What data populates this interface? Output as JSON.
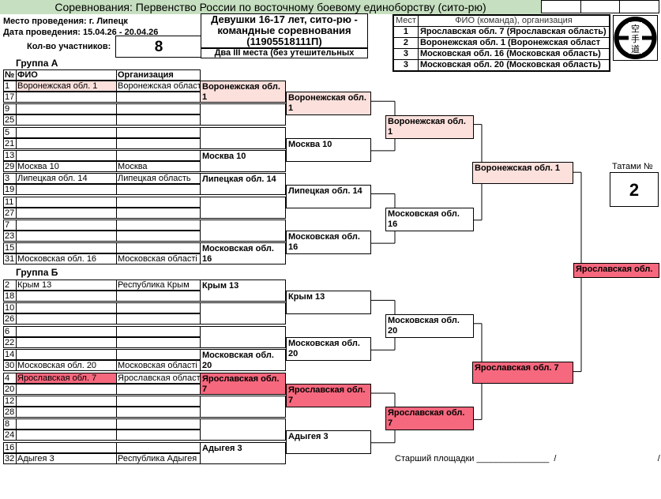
{
  "header": {
    "title": "Соревнования: Первенство России по восточному боевому единоборству (сито-рю)",
    "venue": "Место проведения: г. Липецк",
    "dates": "Дата проведения: 15.04.26 - 20.04.26",
    "count_label": "Кол-во участников:",
    "count": "8",
    "category": "Девушки 16-17 лет,  сито-рю - командные соревнования",
    "category_code": "(11905518111П)",
    "third_place_note": "Два III места (без утешительных"
  },
  "results": {
    "col_place": "Мест",
    "col_name": "ФИО (команда), организация",
    "rows": [
      {
        "place": "1",
        "name": "Ярославская обл.  7  (Ярославская область)"
      },
      {
        "place": "2",
        "name": "Воронежская обл.  1  (Воронежская област"
      },
      {
        "place": "3",
        "name": "Московская обл. 16  (Московская область)"
      },
      {
        "place": "3",
        "name": "Московская обл. 20  (Московская область)"
      }
    ]
  },
  "logo": {
    "text": "空手道"
  },
  "columns": {
    "num": "№",
    "name": "ФИО",
    "org": "Организация"
  },
  "groups": [
    {
      "label": "Группа А",
      "pairs": [
        [
          {
            "n": "1",
            "name": "Воронежская обл.  1",
            "org": "Воронежская област",
            "hl": "pale"
          },
          {
            "n": "17",
            "name": "",
            "org": ""
          }
        ],
        [
          {
            "n": "9",
            "name": "",
            "org": ""
          },
          {
            "n": "25",
            "name": "",
            "org": ""
          }
        ],
        [
          {
            "n": "5",
            "name": "",
            "org": ""
          },
          {
            "n": "21",
            "name": "",
            "org": ""
          }
        ],
        [
          {
            "n": "13",
            "name": "",
            "org": ""
          },
          {
            "n": "29",
            "name": "Москва 10",
            "org": "Москва"
          }
        ],
        [
          {
            "n": "3",
            "name": "Липецкая обл. 14",
            "org": "Липецкая область"
          },
          {
            "n": "19",
            "name": "",
            "org": ""
          }
        ],
        [
          {
            "n": "11",
            "name": "",
            "org": ""
          },
          {
            "n": "27",
            "name": "",
            "org": ""
          }
        ],
        [
          {
            "n": "7",
            "name": "",
            "org": ""
          },
          {
            "n": "23",
            "name": "",
            "org": ""
          }
        ],
        [
          {
            "n": "15",
            "name": "",
            "org": ""
          },
          {
            "n": "31",
            "name": "Московская обл. 16",
            "org": "Московская області"
          }
        ]
      ],
      "r1": [
        {
          "t": "Воронежская обл.  1",
          "hl": "pale"
        },
        {
          "t": ""
        },
        {
          "t": ""
        },
        {
          "t": "Москва 10"
        },
        {
          "t": "Липецкая обл. 14"
        },
        {
          "t": ""
        },
        {
          "t": ""
        },
        {
          "t": "Московская обл. 16"
        }
      ],
      "r2": [
        {
          "t": "Воронежская обл.  1",
          "hl": "pale"
        },
        {
          "t": "Москва 10"
        },
        {
          "t": "Липецкая обл. 14"
        },
        {
          "t": "Московская обл. 16"
        }
      ],
      "r3": [
        {
          "t": "Воронежская обл.  1",
          "hl": "pale"
        },
        {
          "t": "Московская обл. 16"
        }
      ],
      "r4": [
        {
          "t": "Воронежская обл.  1",
          "hl": "pale"
        }
      ]
    },
    {
      "label": "Группа Б",
      "pairs": [
        [
          {
            "n": "2",
            "name": "Крым 13",
            "org": "Республика Крым"
          },
          {
            "n": "18",
            "name": "",
            "org": ""
          }
        ],
        [
          {
            "n": "10",
            "name": "",
            "org": ""
          },
          {
            "n": "26",
            "name": "",
            "org": ""
          }
        ],
        [
          {
            "n": "6",
            "name": "",
            "org": ""
          },
          {
            "n": "22",
            "name": "",
            "org": ""
          }
        ],
        [
          {
            "n": "14",
            "name": "",
            "org": ""
          },
          {
            "n": "30",
            "name": "Московская обл. 20",
            "org": "Московская області"
          }
        ],
        [
          {
            "n": "4",
            "name": "Ярославская обл.  7",
            "org": "Ярославская област",
            "hl": "hot"
          },
          {
            "n": "20",
            "name": "",
            "org": ""
          }
        ],
        [
          {
            "n": "12",
            "name": "",
            "org": ""
          },
          {
            "n": "28",
            "name": "",
            "org": ""
          }
        ],
        [
          {
            "n": "8",
            "name": "",
            "org": ""
          },
          {
            "n": "24",
            "name": "",
            "org": ""
          }
        ],
        [
          {
            "n": "16",
            "name": "",
            "org": ""
          },
          {
            "n": "32",
            "name": "Адыгея  3",
            "org": "Республика Адыгея"
          }
        ]
      ],
      "r1": [
        {
          "t": "Крым 13"
        },
        {
          "t": ""
        },
        {
          "t": ""
        },
        {
          "t": "Московская обл. 20"
        },
        {
          "t": "Ярославская обл.  7",
          "hl": "hot"
        },
        {
          "t": ""
        },
        {
          "t": ""
        },
        {
          "t": "Адыгея  3"
        }
      ],
      "r2": [
        {
          "t": "Крым 13"
        },
        {
          "t": "Московская обл. 20"
        },
        {
          "t": "Ярославская обл.  7",
          "hl": "hot"
        },
        {
          "t": "Адыгея  3"
        }
      ],
      "r3": [
        {
          "t": "Московская обл. 20"
        },
        {
          "t": "Ярославская обл.  7",
          "hl": "hot"
        }
      ],
      "r4": [
        {
          "t": "Ярославская обл.  7",
          "hl": "hot"
        }
      ]
    }
  ],
  "final": {
    "t": "Ярославская обл.",
    "hl": "hot"
  },
  "tatami": {
    "label": "Татами №",
    "value": "2"
  },
  "footer": {
    "senior": "Старший площадки _______________  /                                          /"
  },
  "colors": {
    "header_bg": "#c6dfc0",
    "pale": "#fbe0dc",
    "hot": "#f6687e"
  }
}
